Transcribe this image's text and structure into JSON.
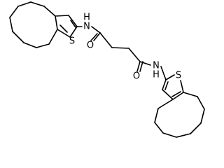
{
  "molecule": {
    "atoms": {
      "nh_top": "N",
      "h_top": "H",
      "s_top": "S",
      "o_top": "O",
      "o_bottom": "O",
      "nh_bottom": "N",
      "h_bottom": "H",
      "s_bottom": "S"
    }
  }
}
